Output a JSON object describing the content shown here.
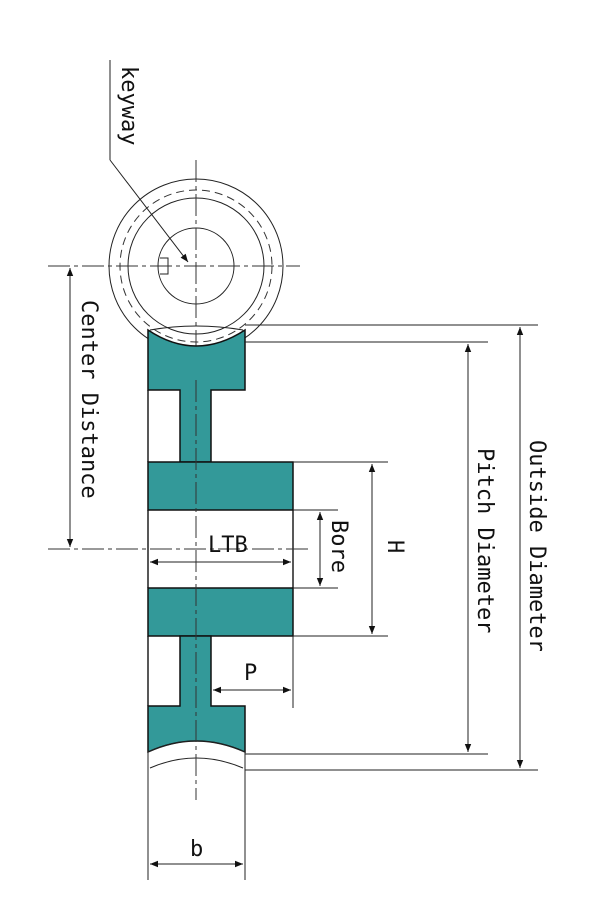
{
  "labels": {
    "keyway": "keyway",
    "center_distance": "Center Distance",
    "outside_diameter": "Outside Diameter",
    "pitch_diameter": "Pitch Diameter",
    "ltb": "LTB",
    "bore": "Bore",
    "h": "H",
    "p": "P",
    "b": "b"
  },
  "colors": {
    "section_fill": "#339999",
    "line": "#111111"
  }
}
